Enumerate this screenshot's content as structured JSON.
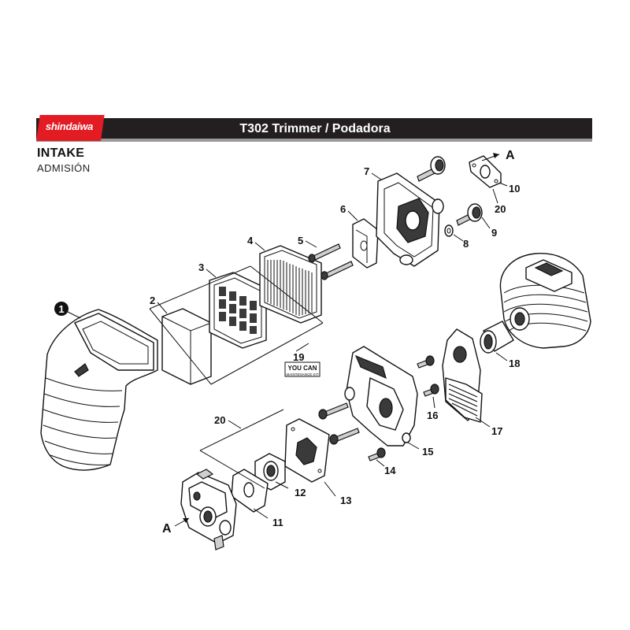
{
  "header": {
    "brand_logo_text": "shindaiwa",
    "title": "T302 Trimmer / Podadora"
  },
  "section": {
    "title": "INTAKE",
    "subtitle": "ADMISIÓN"
  },
  "colors": {
    "brand_red": "#e31b23",
    "header_bar": "#231f20",
    "header_accent": "#9a9a9a"
  },
  "kit_badge": {
    "line1": "YOU CAN",
    "line2": "MAINTENANCE KIT"
  },
  "callouts": {
    "c1": "1",
    "c2": "2",
    "c3": "3",
    "c4": "4",
    "c5": "5",
    "c6": "6",
    "c7": "7",
    "c8": "8",
    "c9": "9",
    "c10": "10",
    "c11": "11",
    "c12": "12",
    "c13": "13",
    "c14": "14",
    "c15": "15",
    "c16": "16",
    "c17": "17",
    "c18": "18",
    "c19": "19",
    "c20_top": "20",
    "c20_left": "20",
    "a_top": "A",
    "a_left": "A"
  }
}
